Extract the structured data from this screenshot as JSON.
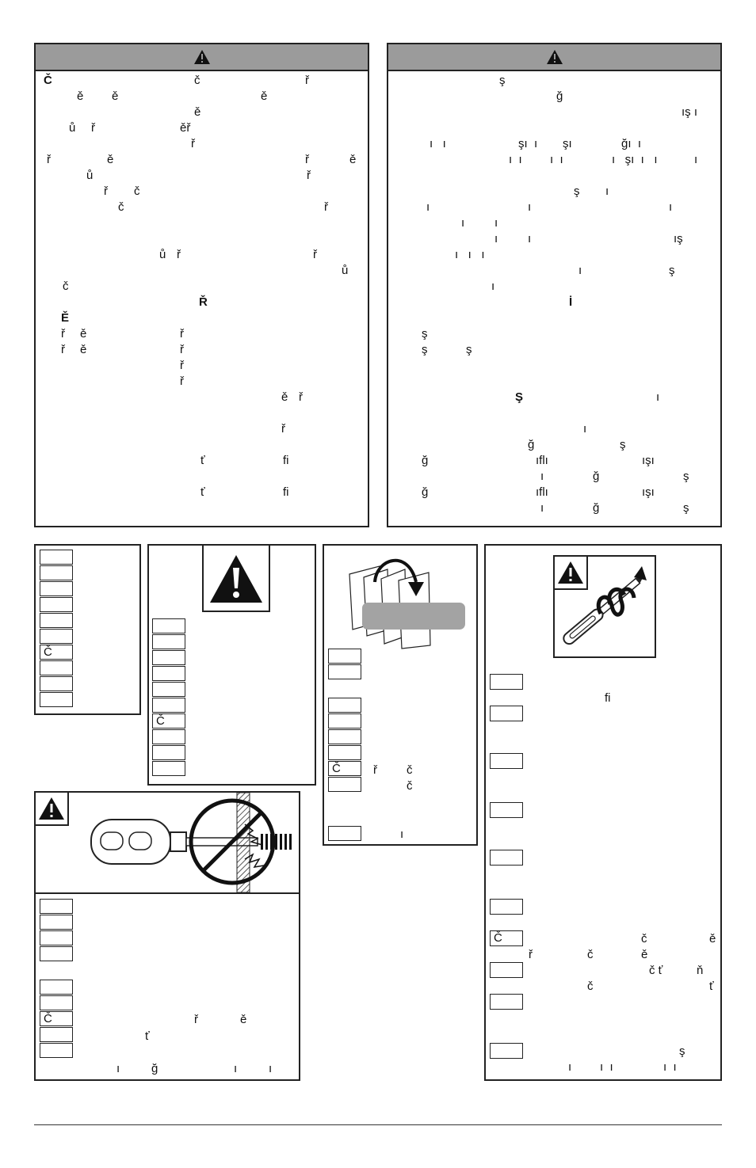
{
  "left_warning": {
    "glyphs": [
      {
        "t": "Č"
      },
      {
        "t": "č"
      },
      {
        "t": "ř"
      },
      {
        "t": "ě"
      },
      {
        "t": "ě"
      },
      {
        "t": "ě"
      },
      {
        "t": "ě"
      },
      {
        "t": "ů"
      },
      {
        "t": "ř"
      },
      {
        "t": "ěř"
      },
      {
        "t": "ř"
      },
      {
        "t": "ř"
      },
      {
        "t": "ě"
      },
      {
        "t": "ř"
      },
      {
        "t": "ě"
      },
      {
        "t": "ů"
      },
      {
        "t": "ř"
      },
      {
        "t": "ř"
      },
      {
        "t": "č"
      },
      {
        "t": "č"
      },
      {
        "t": "ř"
      },
      {
        "t": "ů"
      },
      {
        "t": "ř"
      },
      {
        "t": "ř"
      },
      {
        "t": "ů"
      },
      {
        "t": "č"
      },
      {
        "t": "Ř"
      },
      {
        "t": "Ě"
      },
      {
        "t": "ř"
      },
      {
        "t": "ě"
      },
      {
        "t": "ř"
      },
      {
        "t": "ř"
      },
      {
        "t": "ě"
      },
      {
        "t": "ř"
      },
      {
        "t": "ř"
      },
      {
        "t": "ř"
      },
      {
        "t": "ě"
      },
      {
        "t": "ř"
      },
      {
        "t": "ř"
      },
      {
        "t": "ť"
      },
      {
        "t": "fi"
      },
      {
        "t": "ť"
      },
      {
        "t": "fi"
      }
    ]
  },
  "right_warning": {
    "glyphs": [
      {
        "t": "ş"
      },
      {
        "t": "ğ"
      },
      {
        "t": "ış ı"
      },
      {
        "t": "ı   ı"
      },
      {
        "t": "şı  ı"
      },
      {
        "t": "şı"
      },
      {
        "t": "ğı  ı"
      },
      {
        "t": "ı  ı"
      },
      {
        "t": "ı  ı"
      },
      {
        "t": "ı   şı  ı   ı"
      },
      {
        "t": "ı"
      },
      {
        "t": "ş"
      },
      {
        "t": "ı"
      },
      {
        "t": "ı"
      },
      {
        "t": "ı"
      },
      {
        "t": "ı"
      },
      {
        "t": "ı"
      },
      {
        "t": "ı"
      },
      {
        "t": "ı"
      },
      {
        "t": "ı"
      },
      {
        "t": "ış"
      },
      {
        "t": "ı   ı   ı"
      },
      {
        "t": "ı"
      },
      {
        "t": "ş"
      },
      {
        "t": "ı"
      },
      {
        "t": "İ"
      },
      {
        "t": "ş"
      },
      {
        "t": "ş"
      },
      {
        "t": "ş"
      },
      {
        "t": "Ş"
      },
      {
        "t": "ı"
      },
      {
        "t": "ı"
      },
      {
        "t": "ğ"
      },
      {
        "t": "ş"
      },
      {
        "t": "ğ"
      },
      {
        "t": "ıflı"
      },
      {
        "t": "ışı"
      },
      {
        "t": "ı"
      },
      {
        "t": "ğ"
      },
      {
        "t": "ş"
      },
      {
        "t": "ğ"
      },
      {
        "t": "ıflı"
      },
      {
        "t": "ışı"
      },
      {
        "t": "ı"
      },
      {
        "t": "ğ"
      },
      {
        "t": "ş"
      }
    ]
  },
  "lang_box_a": {
    "cells": [
      "",
      "",
      "",
      "",
      "",
      "",
      "Č",
      "",
      "",
      ""
    ]
  },
  "lang_box_b": {
    "cells": [
      "",
      "",
      "",
      "",
      "",
      "",
      "Č",
      "",
      "",
      ""
    ]
  },
  "lang_box_c": {
    "cells_top": [
      "",
      ""
    ],
    "cells_mid": [
      "",
      "",
      "",
      "",
      "Č",
      ""
    ],
    "cells_bot": [
      ""
    ],
    "text_mid": [
      "ř",
      "č",
      "č"
    ],
    "text_bot": "ı"
  },
  "lang_box_d": {
    "labels": [
      "",
      "",
      "",
      "",
      "",
      "",
      "Č",
      "",
      "",
      ""
    ],
    "text": [
      "fi",
      "č",
      "ě",
      "ř",
      "č",
      "ě",
      "č ť",
      "ň",
      "č",
      "ť",
      "ş",
      "ı",
      "ı  ı",
      "ı  ı"
    ]
  },
  "lang_box_e": {
    "cells_top": [
      "",
      "",
      "",
      ""
    ],
    "cells_bot": [
      "",
      "",
      "Č",
      "",
      ""
    ],
    "text": [
      "ř",
      "ě",
      "ť",
      "ı",
      "ğ",
      "ı",
      "ı"
    ]
  },
  "icons": [
    "warning-icon",
    "warning-icon",
    "warning-icon",
    "warning-icon",
    "warning-icon"
  ],
  "colors": {
    "header": "#9b9b9b",
    "border": "#222222"
  }
}
